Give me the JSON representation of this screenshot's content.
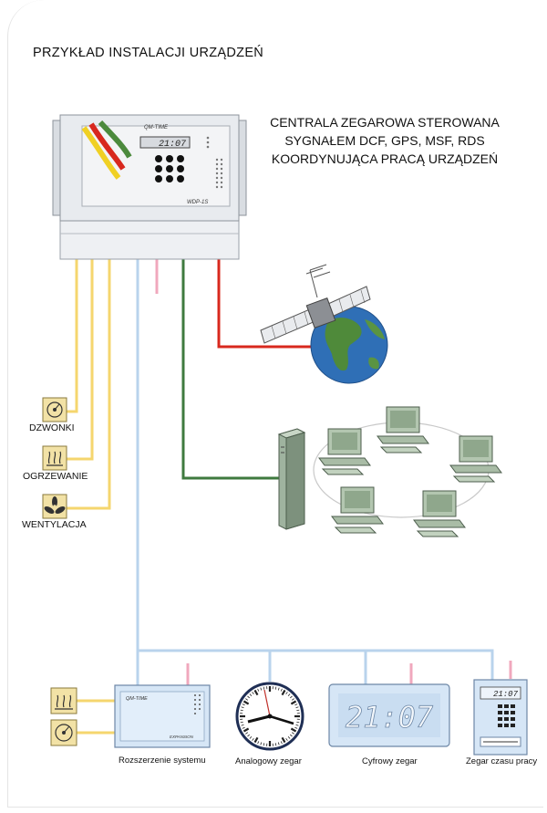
{
  "title": "PRZYKŁAD INSTALACJI URZĄDZEŃ",
  "central": {
    "description": [
      "CENTRALA ZEGAROWA STEROWANA",
      "SYGNAŁEM DCF, GPS, MSF, RDS",
      "KOORDYNUJĄCA PRACĄ URZĄDZEŃ"
    ],
    "brand": "QM-TIME",
    "model": "WDP-1S",
    "display": "21:07"
  },
  "left_devices": [
    {
      "label": "DZWONKI",
      "icon": "bell-icon"
    },
    {
      "label": "OGRZEWANIE",
      "icon": "heating-icon"
    },
    {
      "label": "WENTYLACJA",
      "icon": "fan-icon"
    }
  ],
  "bottom_devices": [
    {
      "label": "Rozszerzenie systemu",
      "brand": "QM-TIME",
      "module": "EXPANSION"
    },
    {
      "label": "Analogowy zegar"
    },
    {
      "label": "Cyfrowy zegar",
      "display": "21:07"
    },
    {
      "label": "Zegar czasu pracy",
      "display": "21:07"
    }
  ],
  "colors": {
    "yellow": "#f5d66e",
    "blue": "#b9d3ec",
    "green": "#3f7a3f",
    "red": "#d8281e",
    "pink": "#f0a8bd"
  }
}
